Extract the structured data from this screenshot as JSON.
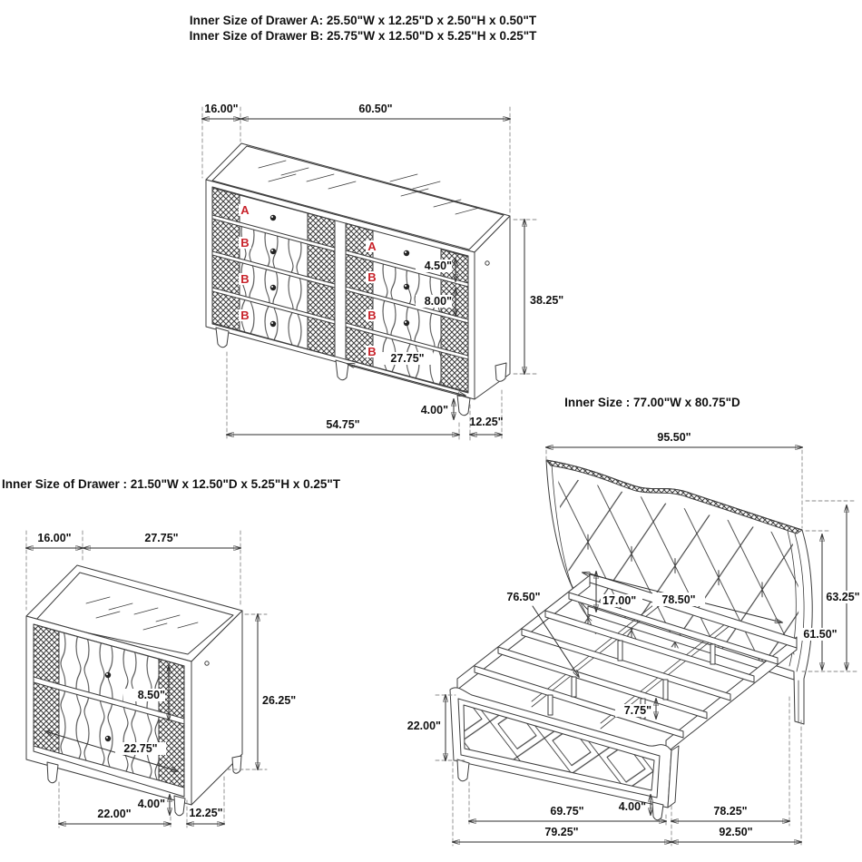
{
  "header": {
    "line1": "Inner Size of Drawer A: 25.50\"W x 12.25\"D x 2.50\"H x 0.50\"T",
    "line2": "Inner Size of Drawer B: 25.75\"W x 12.50\"D x 5.25\"H x 0.25\"T"
  },
  "colors": {
    "line": "#3d3d3d",
    "dimension": "#2e2e2e",
    "drawer_label": "#C8232B",
    "background": "#ffffff"
  },
  "dresser": {
    "letters": {
      "a": "A",
      "b": "B"
    },
    "dims": {
      "depth_top": "16.00\"",
      "width_top": "60.50\"",
      "drawer_a_front": "4.50\"",
      "drawer_b_front": "8.00\"",
      "height": "38.25\"",
      "drawer_width": "27.75\"",
      "leg": "4.00\"",
      "width_front": "54.75\"",
      "depth_side": "12.25\""
    }
  },
  "nightstand": {
    "title": "Inner Size of Drawer : 21.50\"W x 12.50\"D x 5.25\"H x 0.25\"T",
    "dims": {
      "depth_top": "16.00\"",
      "width_top": "27.75\"",
      "drawer_front": "8.50\"",
      "height": "26.25\"",
      "drawer_width": "22.75\"",
      "leg": "4.00\"",
      "width_front": "22.00\"",
      "depth_side": "12.25\""
    }
  },
  "bed": {
    "title": "Inner Size : 77.00\"W x 80.75\"D",
    "dims": {
      "headboard_width": "95.50\"",
      "headboard_height": "63.25\"",
      "side_height": "61.50\"",
      "clearance": "17.00\"",
      "inner_width": "78.50\"",
      "slat_span": "76.50\"",
      "slat_leg": "7.75\"",
      "footboard_height": "22.00\"",
      "foot_leg": "4.00\"",
      "footboard_inner": "69.75\"",
      "footboard_width": "79.25\"",
      "rail_span": "78.25\"",
      "overall_depth": "92.50\""
    }
  }
}
